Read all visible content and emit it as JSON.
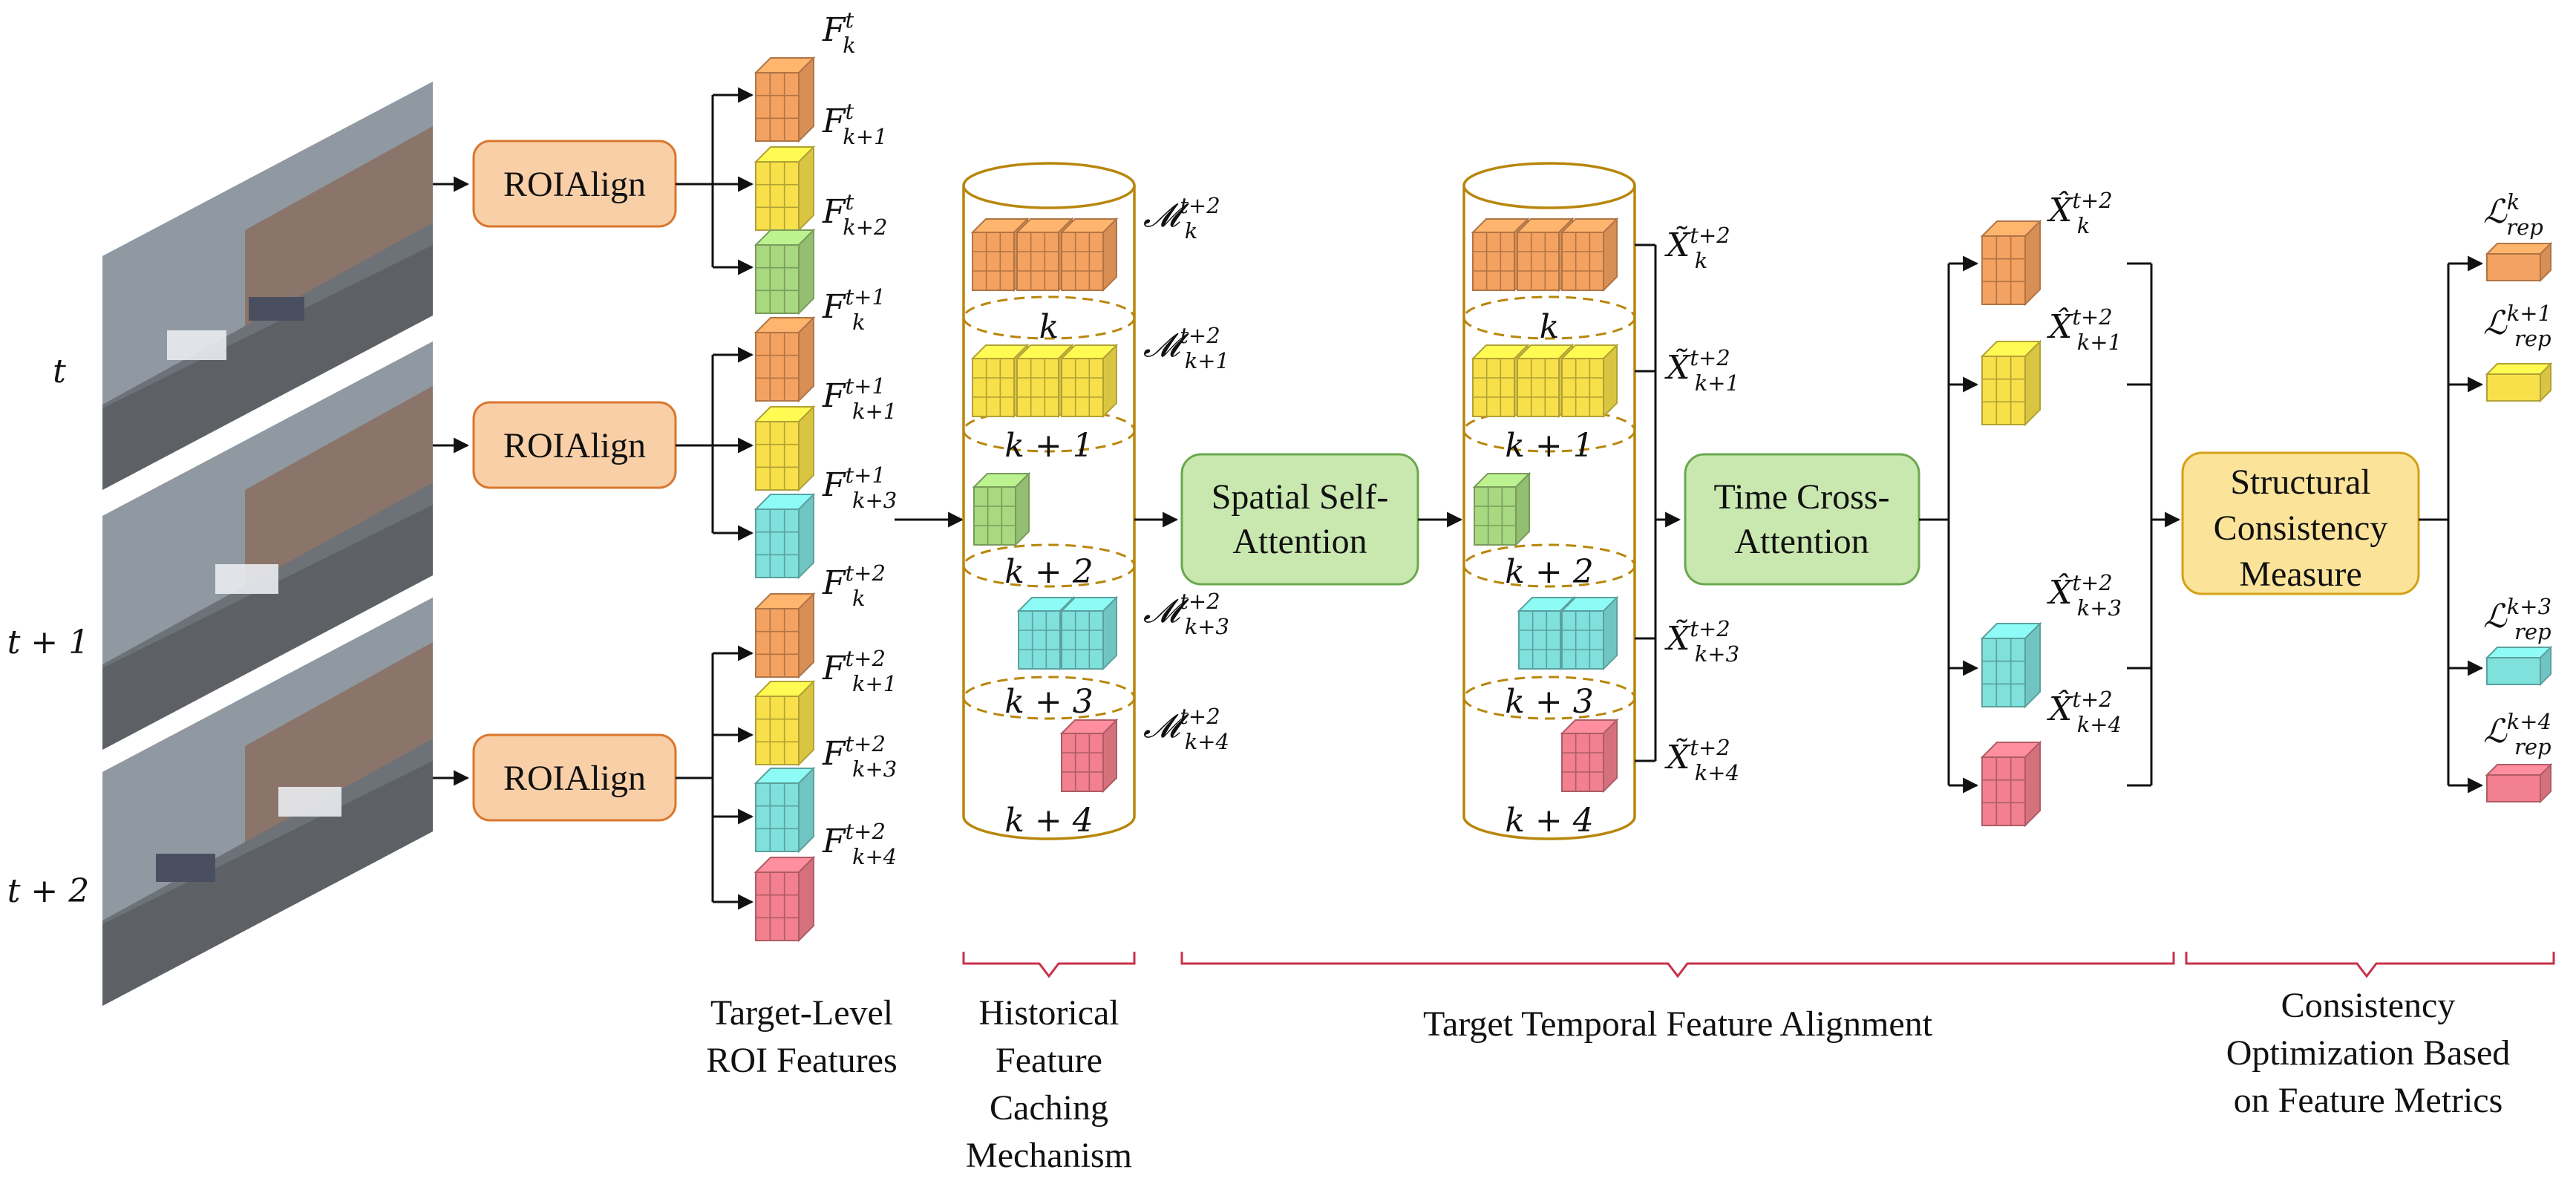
{
  "frames": {
    "labels": [
      "t",
      "t + 1",
      "t + 2"
    ]
  },
  "modules": {
    "roialign": "ROIAlign",
    "spatial_line1": "Spatial Self-",
    "spatial_line2": "Attention",
    "time_line1": "Time Cross-",
    "time_line2": "Attention",
    "scm_line1": "Structural",
    "scm_line2": "Consistency",
    "scm_line3": "Measure"
  },
  "roi_features": {
    "group_t": [
      {
        "base": "F",
        "sup": "t",
        "sub": "k"
      },
      {
        "base": "F",
        "sup": "t",
        "sub": "k+1"
      },
      {
        "base": "F",
        "sup": "t",
        "sub": "k+2"
      }
    ],
    "group_t1": [
      {
        "base": "F",
        "sup": "t+1",
        "sub": "k"
      },
      {
        "base": "F",
        "sup": "t+1",
        "sub": "k+1"
      },
      {
        "base": "F",
        "sup": "t+1",
        "sub": "k+3"
      }
    ],
    "group_t2": [
      {
        "base": "F",
        "sup": "t+2",
        "sub": "k"
      },
      {
        "base": "F",
        "sup": "t+2",
        "sub": "k+1"
      },
      {
        "base": "F",
        "sup": "t+2",
        "sub": "k+3"
      },
      {
        "base": "F",
        "sup": "t+2",
        "sub": "k+4"
      }
    ]
  },
  "cache": {
    "slot_labels": [
      "k",
      "k + 1",
      "k + 2",
      "k + 3",
      "k + 4"
    ],
    "memory_labels": [
      {
        "base": "𝓜",
        "sup": "t+2",
        "sub": "k"
      },
      {
        "base": "𝓜",
        "sup": "t+2",
        "sub": "k+1"
      },
      {
        "base": "𝓜",
        "sup": "t+2",
        "sub": "k+3"
      },
      {
        "base": "𝓜",
        "sup": "t+2",
        "sub": "k+4"
      }
    ]
  },
  "aligned": {
    "tilde_labels": [
      {
        "base": "X̃",
        "sup": "t+2",
        "sub": "k"
      },
      {
        "base": "X̃",
        "sup": "t+2",
        "sub": "k+1"
      },
      {
        "base": "X̃",
        "sup": "t+2",
        "sub": "k+3"
      },
      {
        "base": "X̃",
        "sup": "t+2",
        "sub": "k+4"
      }
    ],
    "hat_labels": [
      {
        "base": "X̂",
        "sup": "t+2",
        "sub": "k"
      },
      {
        "base": "X̂",
        "sup": "t+2",
        "sub": "k+1"
      },
      {
        "base": "X̂",
        "sup": "t+2",
        "sub": "k+3"
      },
      {
        "base": "X̂",
        "sup": "t+2",
        "sub": "k+4"
      }
    ]
  },
  "losses": [
    {
      "base": "ℒ",
      "sup": "k",
      "sub": "rep"
    },
    {
      "base": "ℒ",
      "sup": "k+1",
      "sub": "rep"
    },
    {
      "base": "ℒ",
      "sup": "k+3",
      "sub": "rep"
    },
    {
      "base": "ℒ",
      "sup": "k+4",
      "sub": "rep"
    }
  ],
  "captions": {
    "roi_line1": "Target-Level",
    "roi_line2": "ROI Features",
    "cache_line1": "Historical",
    "cache_line2": "Feature",
    "cache_line3": "Caching",
    "cache_line4": "Mechanism",
    "align": "Target Temporal Feature Alignment",
    "opt_line1": "Consistency",
    "opt_line2": "Optimization Based",
    "opt_line3": "on Feature Metrics"
  },
  "colors": {
    "orange": "#f4a261",
    "yellow": "#f7e04a",
    "green": "#a8d880",
    "cyan": "#7fe0dc",
    "pink": "#f2808e",
    "module_orange_fill": "#f9cfa8",
    "module_orange_stroke": "#d9772e",
    "module_green_fill": "#c9e8b0",
    "module_green_stroke": "#6aa84f",
    "module_yellow_fill": "#fbe39a",
    "module_yellow_stroke": "#d4a017",
    "cylinder": "#b8860b",
    "brace": "#c8324a"
  }
}
